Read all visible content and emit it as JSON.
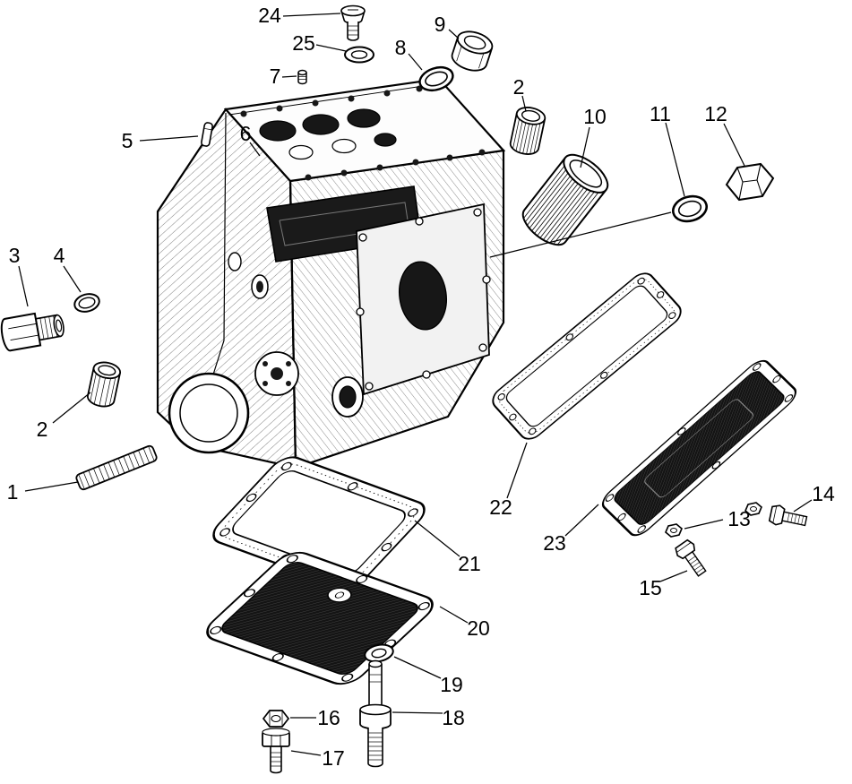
{
  "figure": {
    "kind": "exploded-parts-diagram",
    "colors": {
      "ink": "#000000",
      "paper": "#ffffff"
    },
    "callouts": [
      {
        "num": "24"
      },
      {
        "num": "25"
      },
      {
        "num": "7"
      },
      {
        "num": "5"
      },
      {
        "num": "6"
      },
      {
        "num": "8"
      },
      {
        "num": "9"
      },
      {
        "num": "2"
      },
      {
        "num": "10"
      },
      {
        "num": "11"
      },
      {
        "num": "12"
      },
      {
        "num": "3"
      },
      {
        "num": "4"
      },
      {
        "num": "2"
      },
      {
        "num": "1"
      },
      {
        "num": "22"
      },
      {
        "num": "23"
      },
      {
        "num": "13"
      },
      {
        "num": "14"
      },
      {
        "num": "15"
      },
      {
        "num": "21"
      },
      {
        "num": "20"
      },
      {
        "num": "19"
      },
      {
        "num": "18"
      },
      {
        "num": "16"
      },
      {
        "num": "17"
      }
    ]
  }
}
